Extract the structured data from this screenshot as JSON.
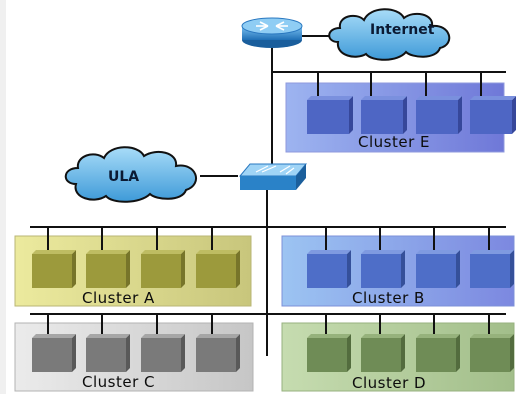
{
  "clouds": {
    "internet": "Internet",
    "ula": "ULA"
  },
  "clusters": {
    "e": "Cluster E",
    "a": "Cluster A",
    "b": "Cluster B",
    "c": "Cluster C",
    "d": "Cluster D"
  },
  "colors": {
    "cluster_e": "#7b86e0",
    "cluster_a": "#d4d28e",
    "cluster_b": "#8aa4e8",
    "cluster_c": "#d6d6d6",
    "cluster_d": "#b4ce9c",
    "cloud": "#4aa6df",
    "router": "#3b8fd0"
  },
  "icons": [
    "router-icon",
    "switch-icon",
    "internet-cloud-icon",
    "ula-cloud-icon",
    "node-icon"
  ]
}
